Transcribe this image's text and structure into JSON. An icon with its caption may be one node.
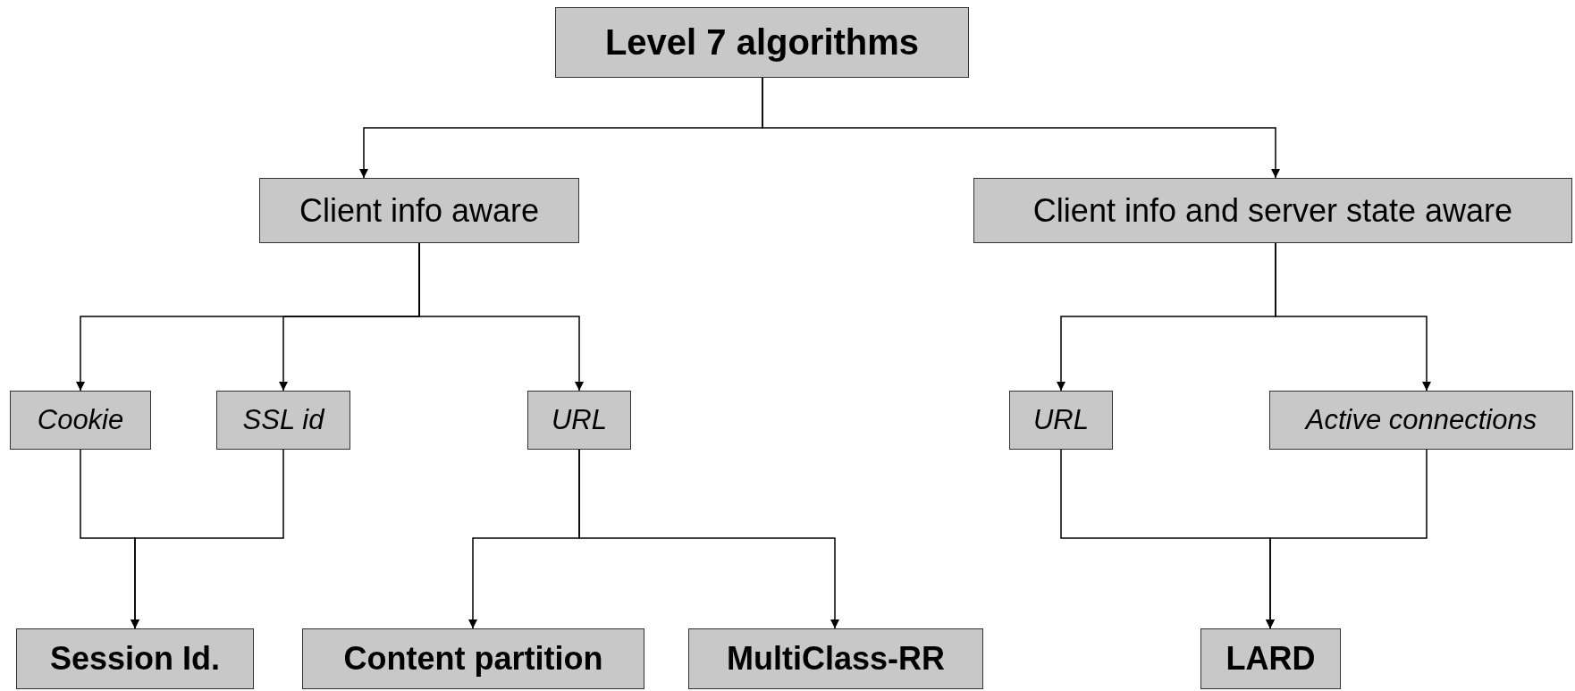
{
  "diagram": {
    "nodes": [
      {
        "text": [
          "Level 7 algorithms"
        ]
      },
      {
        "text": [
          "Client info aware"
        ]
      },
      {
        "text": [
          "Client info and server state aware"
        ]
      },
      {
        "text": [
          "Cookie"
        ]
      },
      {
        "text": [
          "SSL id"
        ]
      },
      {
        "text": [
          "URL"
        ]
      },
      {
        "text": [
          "URL"
        ]
      },
      {
        "text": [
          "Active connections"
        ]
      },
      {
        "text": [
          "Session Id."
        ]
      },
      {
        "text": [
          "Content partition"
        ]
      },
      {
        "text": [
          "MultiClass-RR"
        ]
      },
      {
        "text": [
          "LARD"
        ]
      }
    ],
    "edges": [
      {
        "from": 0,
        "to": 1,
        "arrow": "to"
      },
      {
        "from": 0,
        "to": 2,
        "arrow": "to"
      },
      {
        "from": 1,
        "to": 3,
        "arrow": "to"
      },
      {
        "from": 1,
        "to": 4,
        "arrow": "to"
      },
      {
        "from": 1,
        "to": 5,
        "arrow": "to"
      },
      {
        "from": 2,
        "to": 6,
        "arrow": "to"
      },
      {
        "from": 2,
        "to": 7,
        "arrow": "to"
      },
      {
        "from": 3,
        "to": 8,
        "arrow": "to"
      },
      {
        "from": 4,
        "to": 8,
        "arrow": "to"
      },
      {
        "from": 5,
        "to": 9,
        "arrow": "to"
      },
      {
        "from": 5,
        "to": 10,
        "arrow": "to"
      },
      {
        "from": 6,
        "to": 11,
        "arrow": "to"
      },
      {
        "from": 7,
        "to": 11,
        "arrow": "to"
      }
    ]
  }
}
